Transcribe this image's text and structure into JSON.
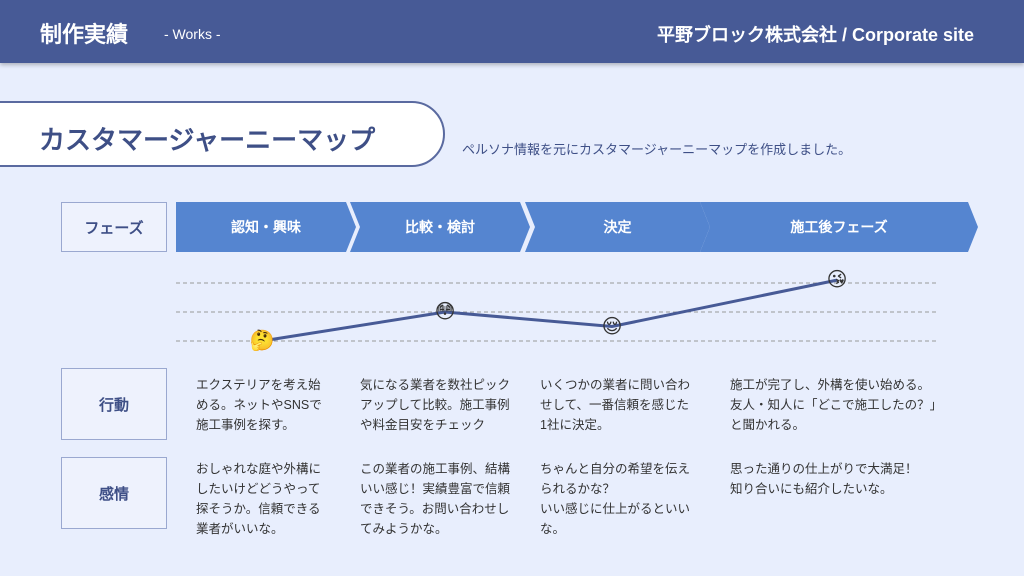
{
  "header": {
    "title": "制作実績",
    "subtitle": "- Works -",
    "site": "平野ブロック株式会社 / Corporate site"
  },
  "section": {
    "title": "カスタマージャーニーマップ",
    "description": "ペルソナ情報を元にカスタマージャーニーマップを作成しました。"
  },
  "rows": {
    "phase": "フェーズ",
    "action": "行動",
    "emotion": "感情"
  },
  "phases": [
    {
      "label": "認知・興味",
      "emoji": "🤔",
      "emotion_level": 0,
      "action": "エクステリアを考え始\nめる。ネットやSNSで\n施工事例を探す。",
      "feeling": "おしゃれな庭や外構に\nしたいけどどうやって\n探そうか。信頼できる\n業者がいいな。"
    },
    {
      "label": "比較・検討",
      "emoji": "😳",
      "emotion_level": 1,
      "action": "気になる業者を数社ピック\nアップして比較。施工事例\nや料金目安をチェック",
      "feeling": "この業者の施工事例、結構\nいい感じ！実績豊富で信頼\nできそう。お問い合わせし\nてみようかな。"
    },
    {
      "label": "決定",
      "emoji": "😌",
      "emotion_level": 0.5,
      "action": "いくつかの業者に問い合わ\nせして、一番信頼を感じた\n1社に決定。",
      "feeling": "ちゃんと自分の希望を伝え\nられるかな？\nいい感じに仕上がるといい\nな。"
    },
    {
      "label": "施工後フェーズ",
      "emoji": "😘",
      "emotion_level": 2.1,
      "action": "施工が完了し、外構を使い始める。\n友人・知人に「どこで施工したの？」\nと聞かれる。",
      "feeling": "思った通りの仕上がりで大満足！\n知り合いにも紹介したいな。"
    }
  ],
  "colors": {
    "header": "#475a96",
    "phase": "#5585d0",
    "line": "#475a96",
    "background": "#e8eefd"
  }
}
